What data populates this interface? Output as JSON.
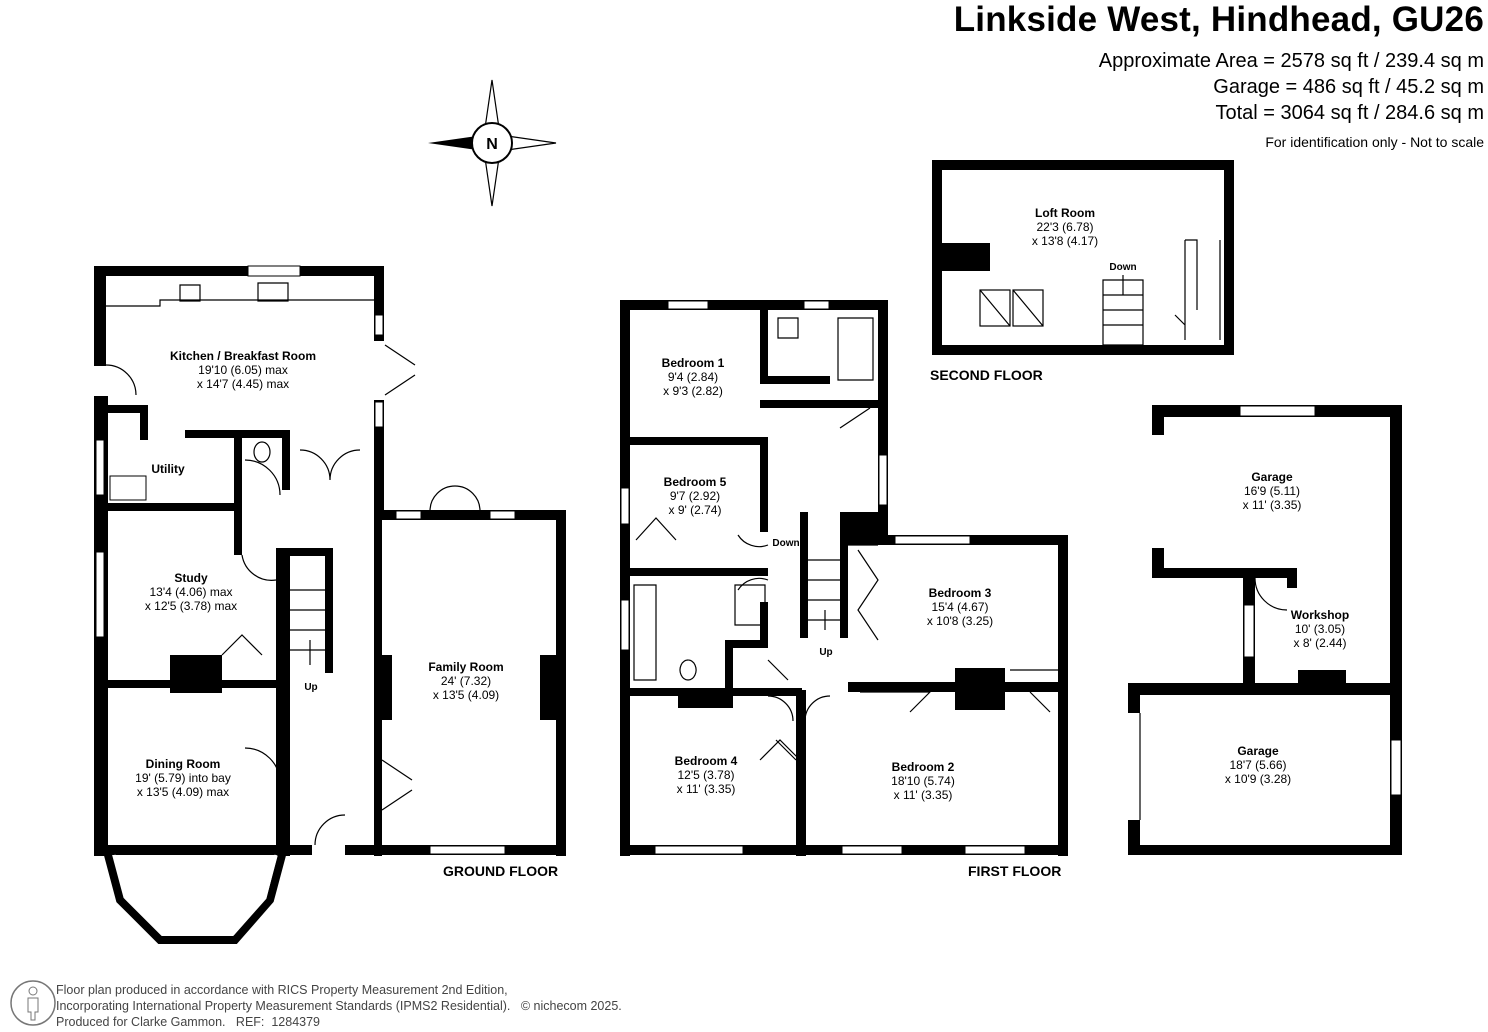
{
  "header": {
    "title": "Linkside West, Hindhead, GU26",
    "approx_area": "Approximate Area = 2578 sq ft / 239.4 sq m",
    "garage_area": "Garage = 486 sq ft / 45.2 sq m",
    "total_area": "Total = 3064 sq ft / 284.6 sq m",
    "note": "For identification only - Not to scale"
  },
  "compass": {
    "letter": "N"
  },
  "floors": {
    "ground": "GROUND FLOOR",
    "first": "FIRST FLOOR",
    "second": "SECOND FLOOR"
  },
  "rooms": {
    "kitchen": {
      "name": "Kitchen / Breakfast Room",
      "d1": "19'10 (6.05) max",
      "d2": "x 14'7 (4.45) max"
    },
    "utility": {
      "name": "Utility"
    },
    "study": {
      "name": "Study",
      "d1": "13'4 (4.06) max",
      "d2": "x 12'5 (3.78) max"
    },
    "dining": {
      "name": "Dining Room",
      "d1": "19' (5.79) into bay",
      "d2": "x 13'5 (4.09) max"
    },
    "family": {
      "name": "Family Room",
      "d1": "24' (7.32)",
      "d2": "x 13'5 (4.09)"
    },
    "bed1": {
      "name": "Bedroom 1",
      "d1": "9'4 (2.84)",
      "d2": "x 9'3 (2.82)"
    },
    "bed5": {
      "name": "Bedroom 5",
      "d1": "9'7 (2.92)",
      "d2": "x 9' (2.74)"
    },
    "bed3": {
      "name": "Bedroom 3",
      "d1": "15'4 (4.67)",
      "d2": "x 10'8 (3.25)"
    },
    "bed4": {
      "name": "Bedroom 4",
      "d1": "12'5 (3.78)",
      "d2": "x 11' (3.35)"
    },
    "bed2": {
      "name": "Bedroom 2",
      "d1": "18'10 (5.74)",
      "d2": "x 11' (3.35)"
    },
    "loft": {
      "name": "Loft Room",
      "d1": "22'3 (6.78)",
      "d2": "x 13'8 (4.17)"
    },
    "garage1": {
      "name": "Garage",
      "d1": "16'9 (5.11)",
      "d2": "x 11' (3.35)"
    },
    "workshop": {
      "name": "Workshop",
      "d1": "10' (3.05)",
      "d2": "x 8' (2.44)"
    },
    "garage2": {
      "name": "Garage",
      "d1": "18'7 (5.66)",
      "d2": "x 10'9 (3.28)"
    }
  },
  "stairs": {
    "up": "Up",
    "down": "Down"
  },
  "footer": {
    "line1": "Floor plan produced in accordance with RICS Property Measurement 2nd Edition,",
    "line2": "Incorporating International Property Measurement Standards (IPMS2 Residential).",
    "copyright": "© nichecom 2025.",
    "line3": "Produced for Clarke Gammon.   REF:  1284379"
  }
}
